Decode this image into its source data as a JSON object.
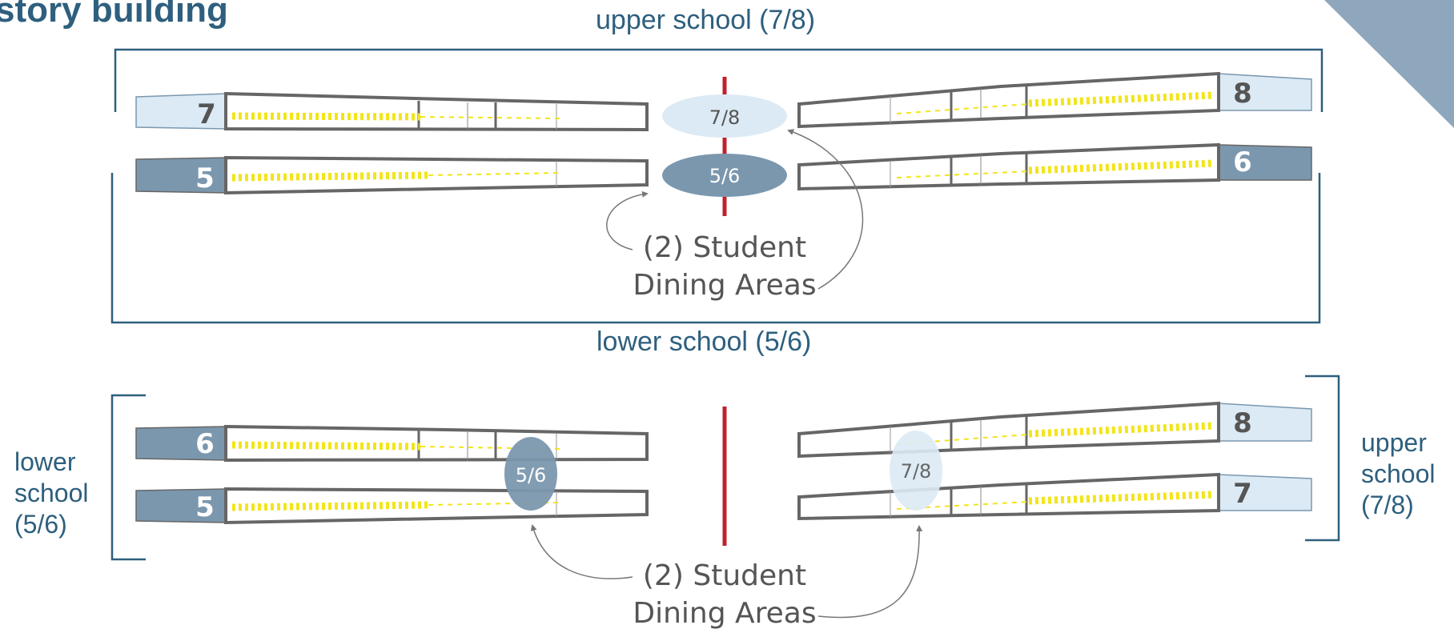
{
  "slide": {
    "title": "story building"
  },
  "colors": {
    "brand_blue": "#2e5f7e",
    "corner_shape": "#8fa7bc",
    "dark_slate": "#7b97ae",
    "light_blue": "#dbeaf5",
    "divider_red": "#c0202c",
    "wing_outline": "#666666",
    "corridor_yellow": "#f2e51a"
  },
  "top_diagram": {
    "upper_label": "upper school (7/8)",
    "lower_label": "lower school (5/6)",
    "wings": {
      "left_top": "7",
      "left_bottom": "5",
      "right_top": "8",
      "right_bottom": "6"
    },
    "dining": {
      "upper": "7/8",
      "lower": "5/6"
    },
    "callout": {
      "line1": "(2) Student",
      "line2": "Dining Areas"
    }
  },
  "bottom_diagram": {
    "left_label": "lower\nschool\n(5/6)",
    "right_label": "upper\nschool\n(7/8)",
    "wings": {
      "left_top": "6",
      "left_bottom": "5",
      "right_top": "8",
      "right_bottom": "7"
    },
    "dining": {
      "lower": "5/6",
      "upper": "7/8"
    },
    "callout": {
      "line1": "(2) Student",
      "line2": "Dining Areas"
    }
  }
}
